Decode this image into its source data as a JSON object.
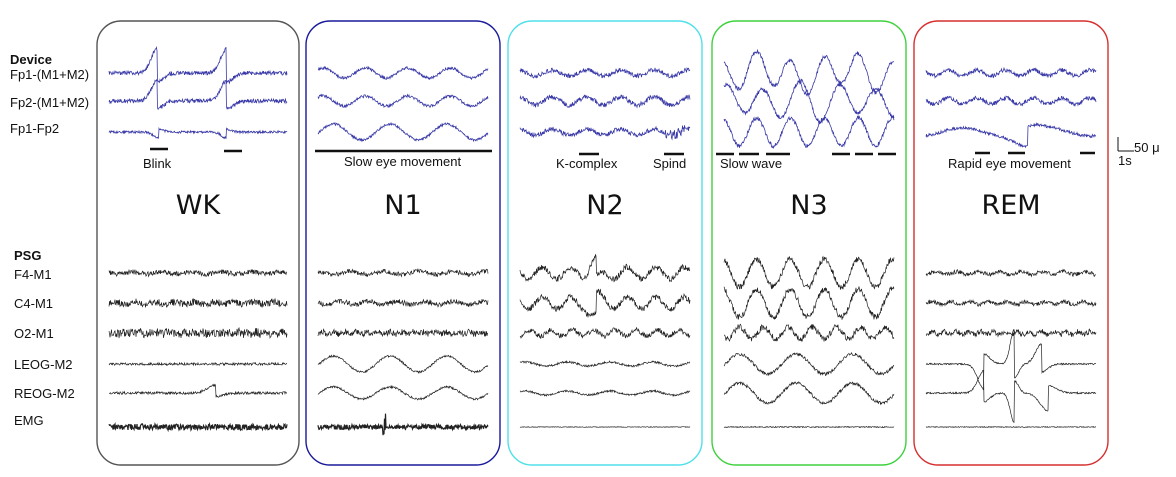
{
  "device": {
    "heading": "Device",
    "channels": [
      "Fp1-(M1+M2)",
      "Fp2-(M1+M2)",
      "Fp1-Fp2"
    ]
  },
  "psg": {
    "heading": "PSG",
    "channels": [
      "F4-M1",
      "C4-M1",
      "O2-M1",
      "LEOG-M2",
      "REOG-M2",
      "EMG"
    ]
  },
  "scale": {
    "amplitude": "50 μ",
    "time": "1s"
  },
  "stages": [
    {
      "name": "WK",
      "color": "#555555",
      "annotations": [
        "Blink"
      ]
    },
    {
      "name": "N1",
      "color": "#1a1a9c",
      "annotations": [
        "Slow eye movement"
      ]
    },
    {
      "name": "N2",
      "color": "#4fe0e8",
      "annotations": [
        "K-complex",
        "Spind"
      ]
    },
    {
      "name": "N3",
      "color": "#3ed13e",
      "annotations": [
        "Slow wave"
      ]
    },
    {
      "name": "REM",
      "color": "#d62f2f",
      "annotations": [
        "Rapid eye movement"
      ]
    }
  ]
}
